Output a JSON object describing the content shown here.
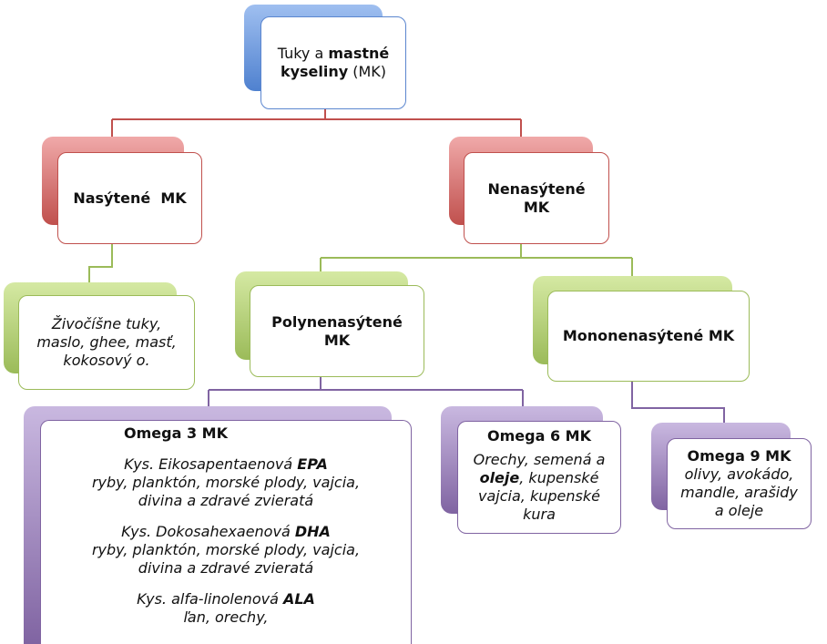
{
  "root": {
    "pre": "Tuky a ",
    "bold": "mastné kyseliny",
    "post": " (MK)"
  },
  "saturated": {
    "label": "Nasýtené  MK",
    "examples": "Živočíšne tuky, maslo, ghee, masť, kokosový o."
  },
  "unsaturated": {
    "label": "Nenasýtené MK"
  },
  "polyunsaturated": {
    "label": "Polynenasýtené MK"
  },
  "monounsaturated": {
    "label": "Mononenasýtené MK"
  },
  "omega3": {
    "title": "Omega 3 MK",
    "epa_name": "Kys. Eikosapentaenová ",
    "epa_abbr": "EPA",
    "epa_sources": "ryby, planktón, morské plody, vajcia, divina a zdravé zvieratá",
    "dha_name": "Kys. Dokosahexaenová ",
    "dha_abbr": "DHA",
    "dha_sources": "ryby, planktón, morské plody, vajcia, divina a zdravé zvieratá",
    "ala_name": "Kys. alfa-linolenová ",
    "ala_abbr": "ALA",
    "ala_sources": "ľan, orechy,"
  },
  "omega6": {
    "title": "Omega 6 MK",
    "text_pre": "Orechy, semená a ",
    "text_bold": "oleje",
    "text_post": ", kupenské vajcia, kupenské kura"
  },
  "omega9": {
    "title": "Omega 9 MK",
    "text": "olivy, avokádo, mandle, arašidy a oleje"
  },
  "colors": {
    "blue": "#4f81bd",
    "red": "#c0504d",
    "green": "#9bbb59",
    "purple": "#8064a2"
  }
}
